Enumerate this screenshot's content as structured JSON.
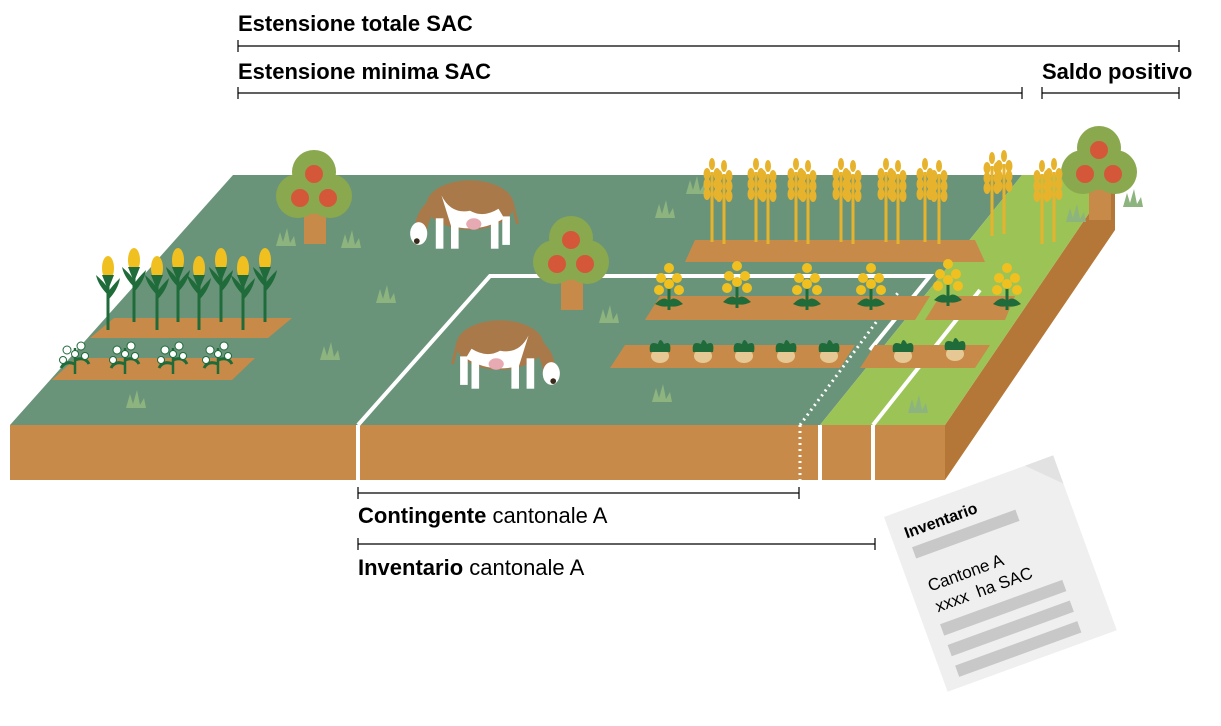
{
  "labels": {
    "total_extent": "Estensione totale SAC",
    "minimum_extent": "Estensione minima SAC",
    "positive_balance": "Saldo positivo",
    "contingent_bold": "Contingente",
    "contingent_rest": " cantonale A",
    "inventory_bold": "Inventario",
    "inventory_rest": " cantonale A"
  },
  "document": {
    "title": "Inventario",
    "line1": "Cantone A",
    "line2": "xxxx  ha SAC"
  },
  "colors": {
    "field_dark": "#6a9479",
    "field_light": "#9cc356",
    "soil": "#c88a48",
    "soil_dark": "#b57738",
    "boundary": "#ffffff",
    "tree_foliage": "#8aa84d",
    "tree_fruit": "#d4573a",
    "wheat": "#e8b32c",
    "corn": "#f0c020",
    "cow": "#a9794a",
    "doc_paper": "#efefef",
    "doc_lines": "#c8c8c8"
  }
}
